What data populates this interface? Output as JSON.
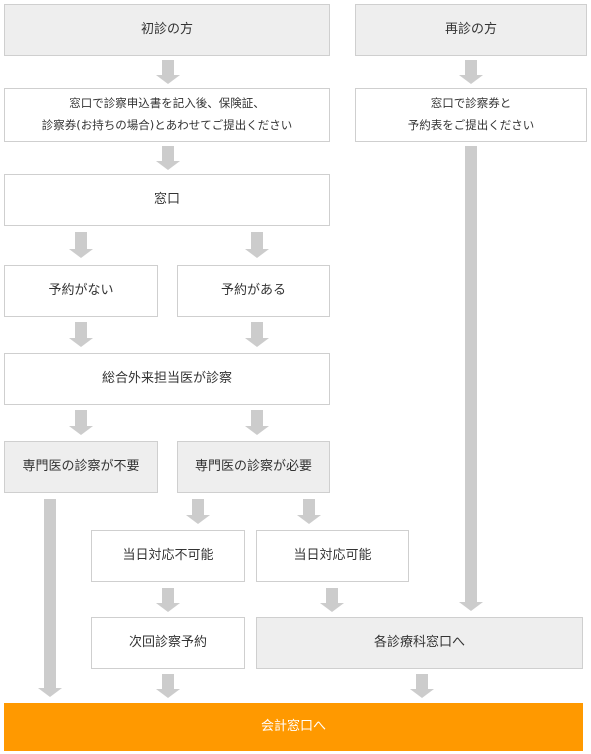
{
  "colors": {
    "accent": "#ff9900",
    "arrow": "#cccccc",
    "box_border": "#cfcfcf",
    "box_gray": "#eeeeee"
  },
  "diagram": {
    "first_visit": "初診の方",
    "return_visit": "再診の方",
    "first_instruction": [
      "窓口で診察申込書を記入後、保険証、",
      "診察券(お持ちの場合)とあわせてご提出ください"
    ],
    "return_instruction": [
      "窓口で診察券と",
      "予約表をご提出ください"
    ],
    "reception": "窓口",
    "no_reservation": "予約がない",
    "has_reservation": "予約がある",
    "general_exam": "総合外来担当医が診察",
    "specialist_not_needed": "専門医の診察が不要",
    "specialist_needed": "専門医の診察が必要",
    "same_day_unavailable": "当日対応不可能",
    "same_day_available": "当日対応可能",
    "next_reservation": "次回診察予約",
    "department_window": "各診療科窓口へ",
    "accounting_window": "会計窓口へ"
  }
}
